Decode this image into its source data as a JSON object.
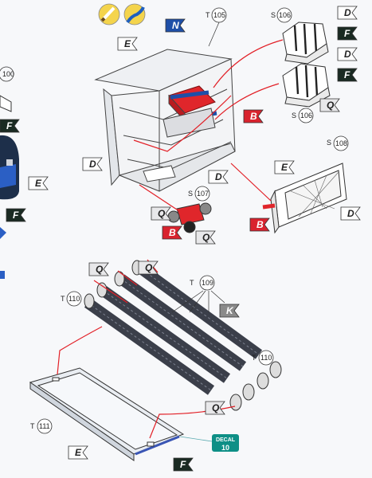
{
  "part_refs": {
    "t105": {
      "prefix": "T",
      "num": "105"
    },
    "s106a": {
      "prefix": "S",
      "num": "106"
    },
    "s106b": {
      "prefix": "S",
      "num": "106"
    },
    "s107": {
      "prefix": "S",
      "num": "107"
    },
    "s108": {
      "prefix": "S",
      "num": "108"
    },
    "t109": {
      "prefix": "T",
      "num": "109"
    },
    "t110a": {
      "prefix": "T",
      "num": "110"
    },
    "t110b": {
      "prefix": "T",
      "num": "110"
    },
    "t111": {
      "prefix": "T",
      "num": "111"
    },
    "left100": {
      "prefix": "",
      "num": "100"
    }
  },
  "paint_flags": {
    "D": "D",
    "E": "E",
    "F": "F",
    "N": "N",
    "B": "B",
    "Q": "Q",
    "K": "K"
  },
  "decal": {
    "label": "DECAL",
    "num": "10"
  },
  "colors": {
    "flag_white": "#ffffff",
    "flag_black": "#1a2a22",
    "flag_blue": "#1e4fa8",
    "flag_red": "#d9232e",
    "flag_gray": "#8a8a8a",
    "arrow_red": "#e21f26",
    "decal_teal": "#0e8f86"
  },
  "icons": [
    "paint-brush-icon",
    "paint-brush-icon"
  ]
}
